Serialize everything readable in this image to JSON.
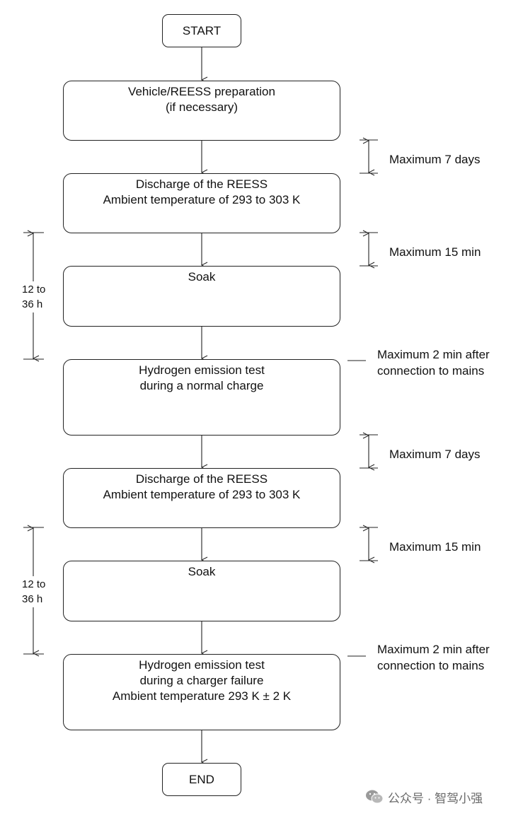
{
  "flowchart": {
    "start": "START",
    "end": "END",
    "steps": [
      {
        "lines": [
          "Vehicle/REESS preparation",
          "(if necessary)"
        ]
      },
      {
        "lines": [
          "Discharge of the REESS",
          "Ambient temperature of 293 to 303 K"
        ]
      },
      {
        "lines": [
          "Soak"
        ]
      },
      {
        "lines": [
          "Hydrogen emission test",
          "during a normal charge"
        ]
      },
      {
        "lines": [
          "Discharge of the REESS",
          "Ambient temperature of 293 to 303 K"
        ]
      },
      {
        "lines": [
          "Soak"
        ]
      },
      {
        "lines": [
          "Hydrogen emission test",
          "during a charger failure",
          "Ambient temperature 293 K ± 2 K"
        ]
      }
    ]
  },
  "time_notes": [
    {
      "lines": [
        "Maximum 7 days"
      ]
    },
    {
      "lines": [
        "Maximum 15 min"
      ]
    },
    {
      "lines": [
        "Maximum 2 min after",
        "connection to mains"
      ]
    },
    {
      "lines": [
        "Maximum 7 days"
      ]
    },
    {
      "lines": [
        "Maximum 15 min"
      ]
    },
    {
      "lines": [
        "Maximum 2 min after",
        "connection to mains"
      ]
    }
  ],
  "soak_durations": [
    {
      "lines": [
        "12 to",
        "36 h"
      ]
    },
    {
      "lines": [
        "12 to",
        "36 h"
      ]
    }
  ],
  "watermark": {
    "icon": "wechat-icon",
    "text": "公众号 · 智驾小强"
  }
}
